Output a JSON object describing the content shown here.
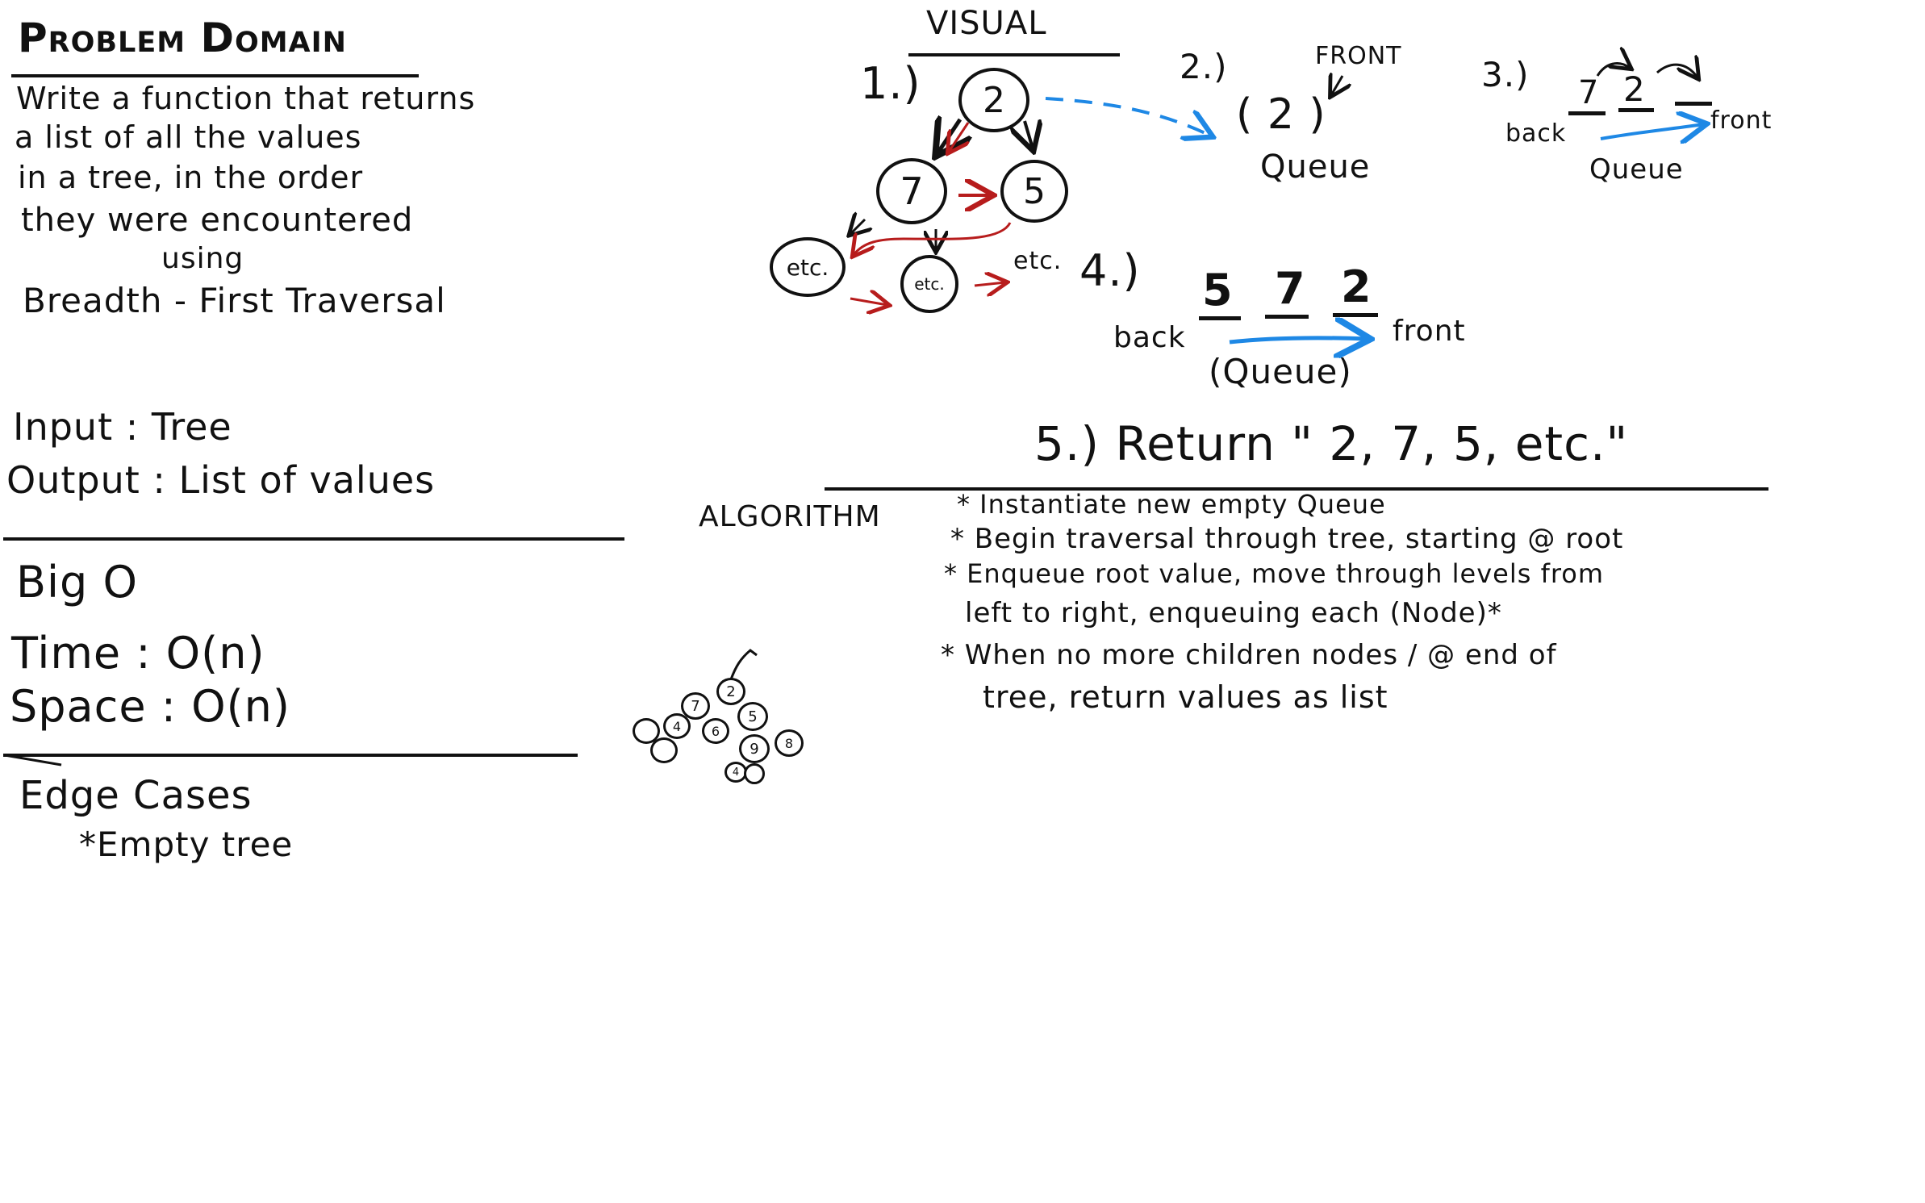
{
  "problem": {
    "heading": "Problem Domain",
    "lines": [
      "Write a function that returns",
      "a list of all the values",
      "in a tree, in the order",
      "they were encountered",
      "using",
      "Breadth - First Traversal"
    ]
  },
  "io": {
    "input": "Input : Tree",
    "output": "Output : List of values"
  },
  "bigo": {
    "heading": "Big O",
    "time": "Time : O(n)",
    "space": "Space : O(n)"
  },
  "edge": {
    "heading": "Edge Cases",
    "item": "*Empty tree"
  },
  "visual": {
    "heading": "VISUAL",
    "step1": {
      "label": "1.)",
      "root": "2",
      "left": "7",
      "right": "5",
      "etc_left": "etc.",
      "etc_mid": "etc.",
      "etc_right": "etc."
    },
    "step2": {
      "label": "2.)",
      "queue_value": "( 2 )",
      "front_label": "FRONT",
      "queue_label": "Queue"
    },
    "step3": {
      "label": "3.)",
      "values": [
        "7",
        "2",
        ""
      ],
      "back_label": "back",
      "front_label": "front",
      "queue_label": "Queue"
    },
    "step4": {
      "label": "4.)",
      "values": [
        "5",
        "7",
        "2"
      ],
      "back_label": "back",
      "front_label": "front",
      "queue_label": "(Queue)"
    },
    "step5": {
      "text": "5.) Return \" 2, 7, 5, etc.\""
    }
  },
  "algorithm": {
    "heading": "ALGORITHM",
    "steps": [
      "* Instantiate new empty Queue",
      "* Begin traversal through tree, starting @ root",
      "* Enqueue root value, move through levels from",
      "left to right, enqueuing each (Node)*",
      "* When no more children nodes / @ end of",
      "tree, return values as list"
    ]
  },
  "doodle_tree": {
    "nodes": [
      "2",
      "7",
      "5",
      "4",
      "6",
      "9",
      "8",
      "4"
    ]
  },
  "colors": {
    "ink": "#111111",
    "red_arrow": "#b71c1c",
    "blue_arrow": "#1e88e5",
    "background": "#ffffff"
  }
}
